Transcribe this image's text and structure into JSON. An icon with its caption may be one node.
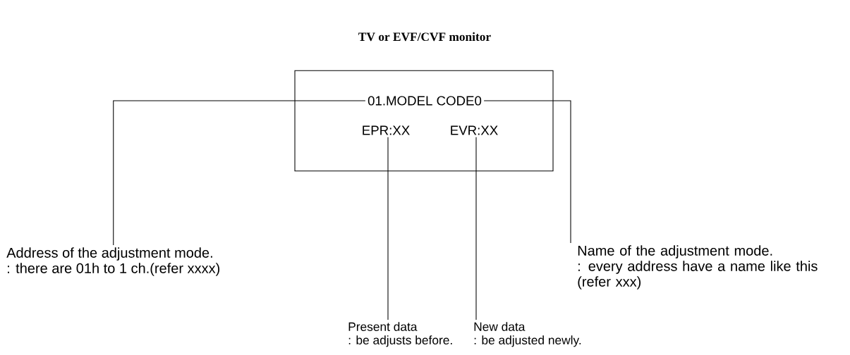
{
  "diagram": {
    "title": "TV or EVF/CVF monitor",
    "nodes": [
      {
        "text": [],
        "shape": "box"
      },
      {
        "text": [
          "01.MODEL CODE0"
        ],
        "in": 0
      },
      {
        "text": [
          "EPR:XX"
        ],
        "in": 0
      },
      {
        "text": [
          "EVR:XX"
        ],
        "in": 0
      },
      {
        "text": [
          "Address of the adjustment mode.",
          ": there are 01h to 1 ch.(refer xxxx)"
        ]
      },
      {
        "text": [
          "Name of the adjustment mode.",
          ": every address have a name like this (refer xxx)"
        ]
      },
      {
        "text": [
          "Present data",
          ": be adjusts before."
        ]
      },
      {
        "text": [
          "New data",
          ": be adjusted newly."
        ]
      }
    ],
    "edges": [
      {
        "from": 1,
        "to": 4,
        "arrow": "none"
      },
      {
        "from": 1,
        "to": 5,
        "arrow": "none"
      },
      {
        "from": 2,
        "to": 6,
        "arrow": "none"
      },
      {
        "from": 3,
        "to": 7,
        "arrow": "none"
      }
    ]
  }
}
